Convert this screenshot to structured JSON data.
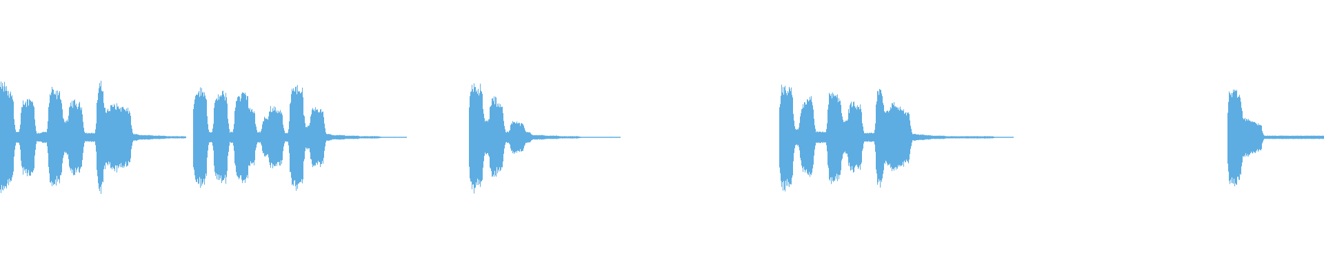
{
  "waveform": {
    "color": "#5dade2",
    "background": "#ffffff",
    "amplitude_envelope": [
      0.95,
      0.8,
      0.1,
      0.65,
      0.7,
      0.08,
      0.1,
      0.85,
      0.8,
      0.3,
      0.65,
      0.6,
      0.08,
      0.08,
      0.95,
      0.5,
      0.6,
      0.55,
      0.5,
      0.06,
      0.04,
      0.04,
      0.03,
      0.03,
      0.02,
      0.02,
      0.02,
      0,
      0.85,
      0.85,
      0.1,
      0.75,
      0.8,
      0.1,
      0.75,
      0.8,
      0.5,
      0.1,
      0.35,
      0.55,
      0.5,
      0.08,
      0.95,
      0.9,
      0.2,
      0.55,
      0.5,
      0.06,
      0.04,
      0.04,
      0.03,
      0.03,
      0.02,
      0.02,
      0.02,
      0.01,
      0.01,
      0.01,
      0.01,
      0,
      0,
      0,
      0,
      0,
      0,
      0,
      0,
      0,
      0.98,
      0.9,
      0.3,
      0.7,
      0.6,
      0.1,
      0.3,
      0.25,
      0.1,
      0.04,
      0.04,
      0.03,
      0.03,
      0.02,
      0.02,
      0.02,
      0.01,
      0.01,
      0.01,
      0.01,
      0.01,
      0.01,
      0,
      0,
      0,
      0,
      0,
      0,
      0,
      0,
      0,
      0,
      0,
      0,
      0,
      0,
      0,
      0,
      0,
      0,
      0,
      0,
      0,
      0,
      0,
      0.9,
      0.85,
      0.15,
      0.6,
      0.7,
      0.1,
      0.1,
      0.8,
      0.75,
      0.3,
      0.6,
      0.55,
      0.08,
      0.08,
      0.9,
      0.5,
      0.6,
      0.55,
      0.45,
      0.06,
      0.05,
      0.04,
      0.03,
      0.03,
      0.02,
      0.02,
      0.02,
      0.02,
      0.02,
      0.02,
      0.02,
      0.01,
      0.01,
      0.01,
      0,
      0,
      0,
      0,
      0,
      0,
      0,
      0,
      0,
      0,
      0,
      0,
      0,
      0,
      0,
      0,
      0,
      0,
      0,
      0,
      0,
      0,
      0,
      0,
      0,
      0,
      0,
      0,
      0,
      0,
      0,
      0.85,
      0.8,
      0.35,
      0.3,
      0.25,
      0.03,
      0.03,
      0.03,
      0.03,
      0.03,
      0.03,
      0.03,
      0.03,
      0.03
    ]
  }
}
